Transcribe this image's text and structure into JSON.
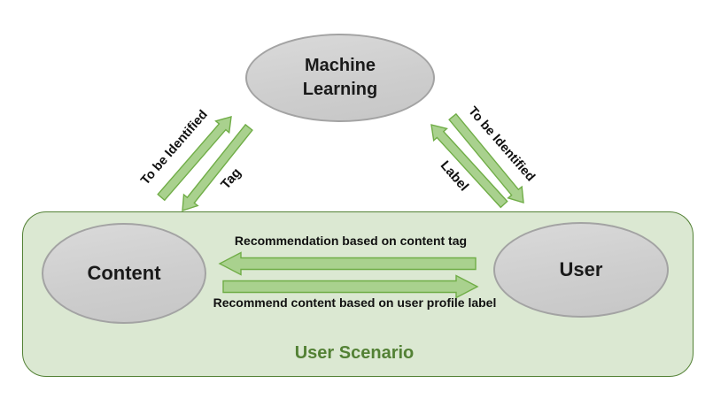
{
  "diagram": {
    "nodes": {
      "machine_learning": {
        "label": "Machine Learning"
      },
      "content": {
        "label": "Content"
      },
      "user": {
        "label": "User"
      }
    },
    "scenario_box": {
      "label": "User Scenario"
    },
    "edge_labels": {
      "content_ml_up": "To be Identified",
      "content_ml_down": "Tag",
      "user_ml_up_inner": "Label",
      "user_ml_down_outer": "To be Identified",
      "user_to_content": "Recommendation based on content tag",
      "content_to_user": "Recommend content based on user profile label"
    },
    "colors": {
      "arrow_fill": "#a9d18e",
      "arrow_stroke": "#70ad47",
      "scenario_fill": "#dbe8d2",
      "scenario_border": "#538135",
      "scenario_text": "#538135",
      "node_fill": "#cfcfcf",
      "node_border": "#a3a3a3",
      "label_text": "#111111"
    }
  }
}
